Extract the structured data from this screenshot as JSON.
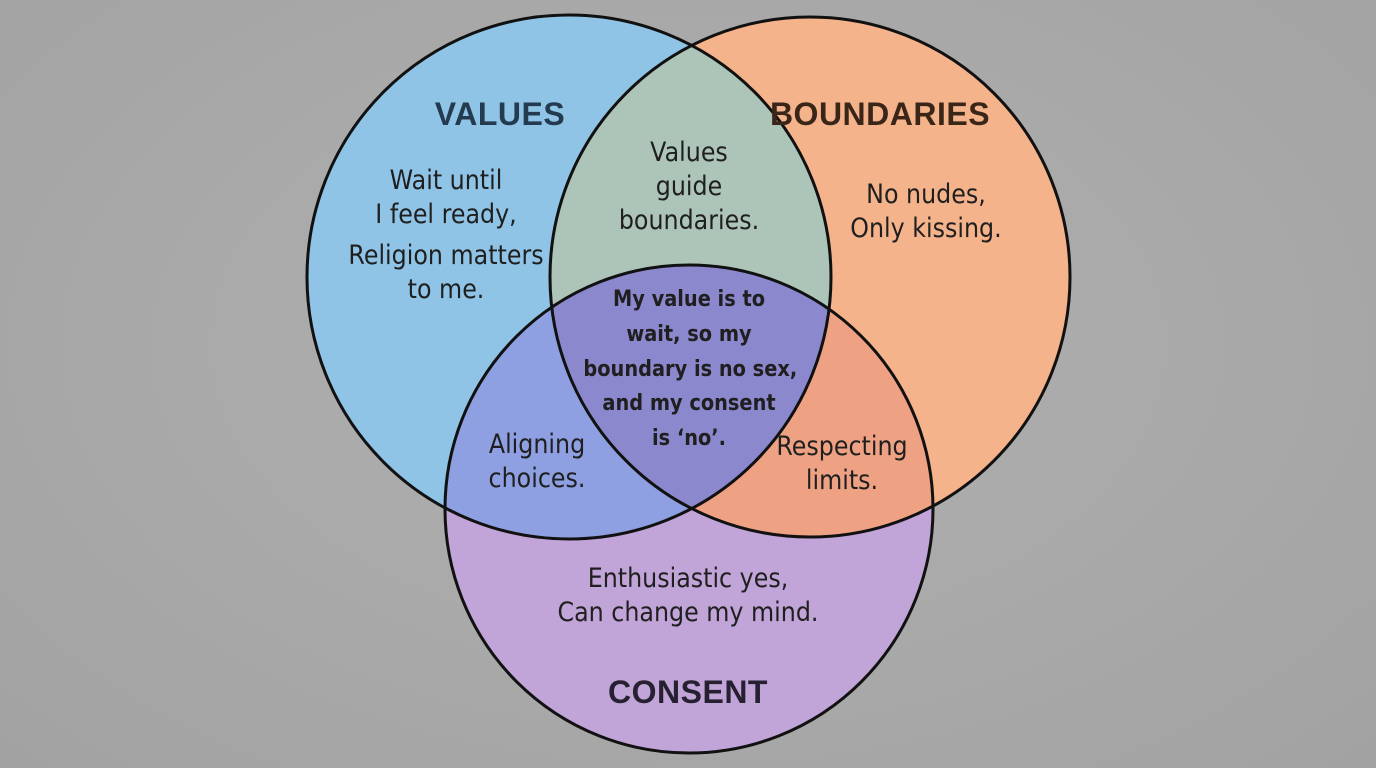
{
  "colors": {
    "background": "#a9a9a9",
    "values": "#8fc4e6",
    "boundaries": "#f5b38b",
    "consent": "#c1a4d8",
    "values_boundaries": "#adc5b8",
    "values_consent": "#8ea0e2",
    "boundaries_consent": "#efa283",
    "all_three": "#8c88cd",
    "outline": "#111111",
    "values_title": "#233a4f",
    "boundaries_title": "#3a2618",
    "consent_title": "#262030"
  },
  "sets": {
    "values": {
      "title": "VALUES",
      "lines": [
        "Wait until",
        "I feel ready,",
        "Religion matters",
        "to me."
      ]
    },
    "boundaries": {
      "title": "BOUNDARIES",
      "lines": [
        "No nudes,",
        "Only kissing."
      ]
    },
    "consent": {
      "title": "CONSENT",
      "lines": [
        "Enthusiastic yes,",
        "Can change my mind."
      ]
    }
  },
  "intersections": {
    "values_boundaries": [
      "Values",
      "guide",
      "boundaries."
    ],
    "values_consent": [
      "Aligning",
      "choices."
    ],
    "boundaries_consent": [
      "Respecting",
      "limits."
    ],
    "all": [
      "My value is to",
      "wait, so my",
      "boundary is no sex,",
      "and my consent",
      "is ‘no’."
    ]
  }
}
